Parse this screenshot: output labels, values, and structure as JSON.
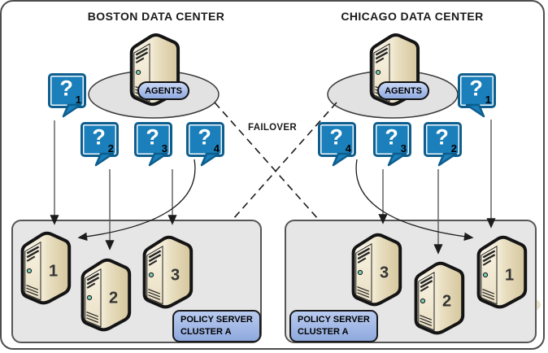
{
  "failover_label": "FAILOVER",
  "question_mark": "?",
  "colors": {
    "bubble_blue": "#1A7FBA",
    "bubble_border": "#0D5E8E",
    "badge_blue": "#9FB6E4",
    "panel_gray": "#E6E6E6",
    "tower_beige": "#E9DFC2"
  },
  "boston": {
    "title": "BOSTON DATA CENTER",
    "agents_label": "AGENTS",
    "cluster_label": {
      "line1": "POLICY SERVER",
      "line2": "CLUSTER A"
    },
    "requests": [
      {
        "number": "1"
      },
      {
        "number": "2"
      },
      {
        "number": "3"
      },
      {
        "number": "4"
      }
    ],
    "servers": [
      {
        "number": "1"
      },
      {
        "number": "2"
      },
      {
        "number": "3"
      }
    ]
  },
  "chicago": {
    "title": "CHICAGO DATA CENTER",
    "agents_label": "AGENTS",
    "cluster_label": {
      "line1": "POLICY SERVER",
      "line2": "CLUSTER A"
    },
    "requests": [
      {
        "number": "1"
      },
      {
        "number": "2"
      },
      {
        "number": "3"
      },
      {
        "number": "4"
      }
    ],
    "servers": [
      {
        "number": "1"
      },
      {
        "number": "2"
      },
      {
        "number": "3"
      }
    ]
  }
}
